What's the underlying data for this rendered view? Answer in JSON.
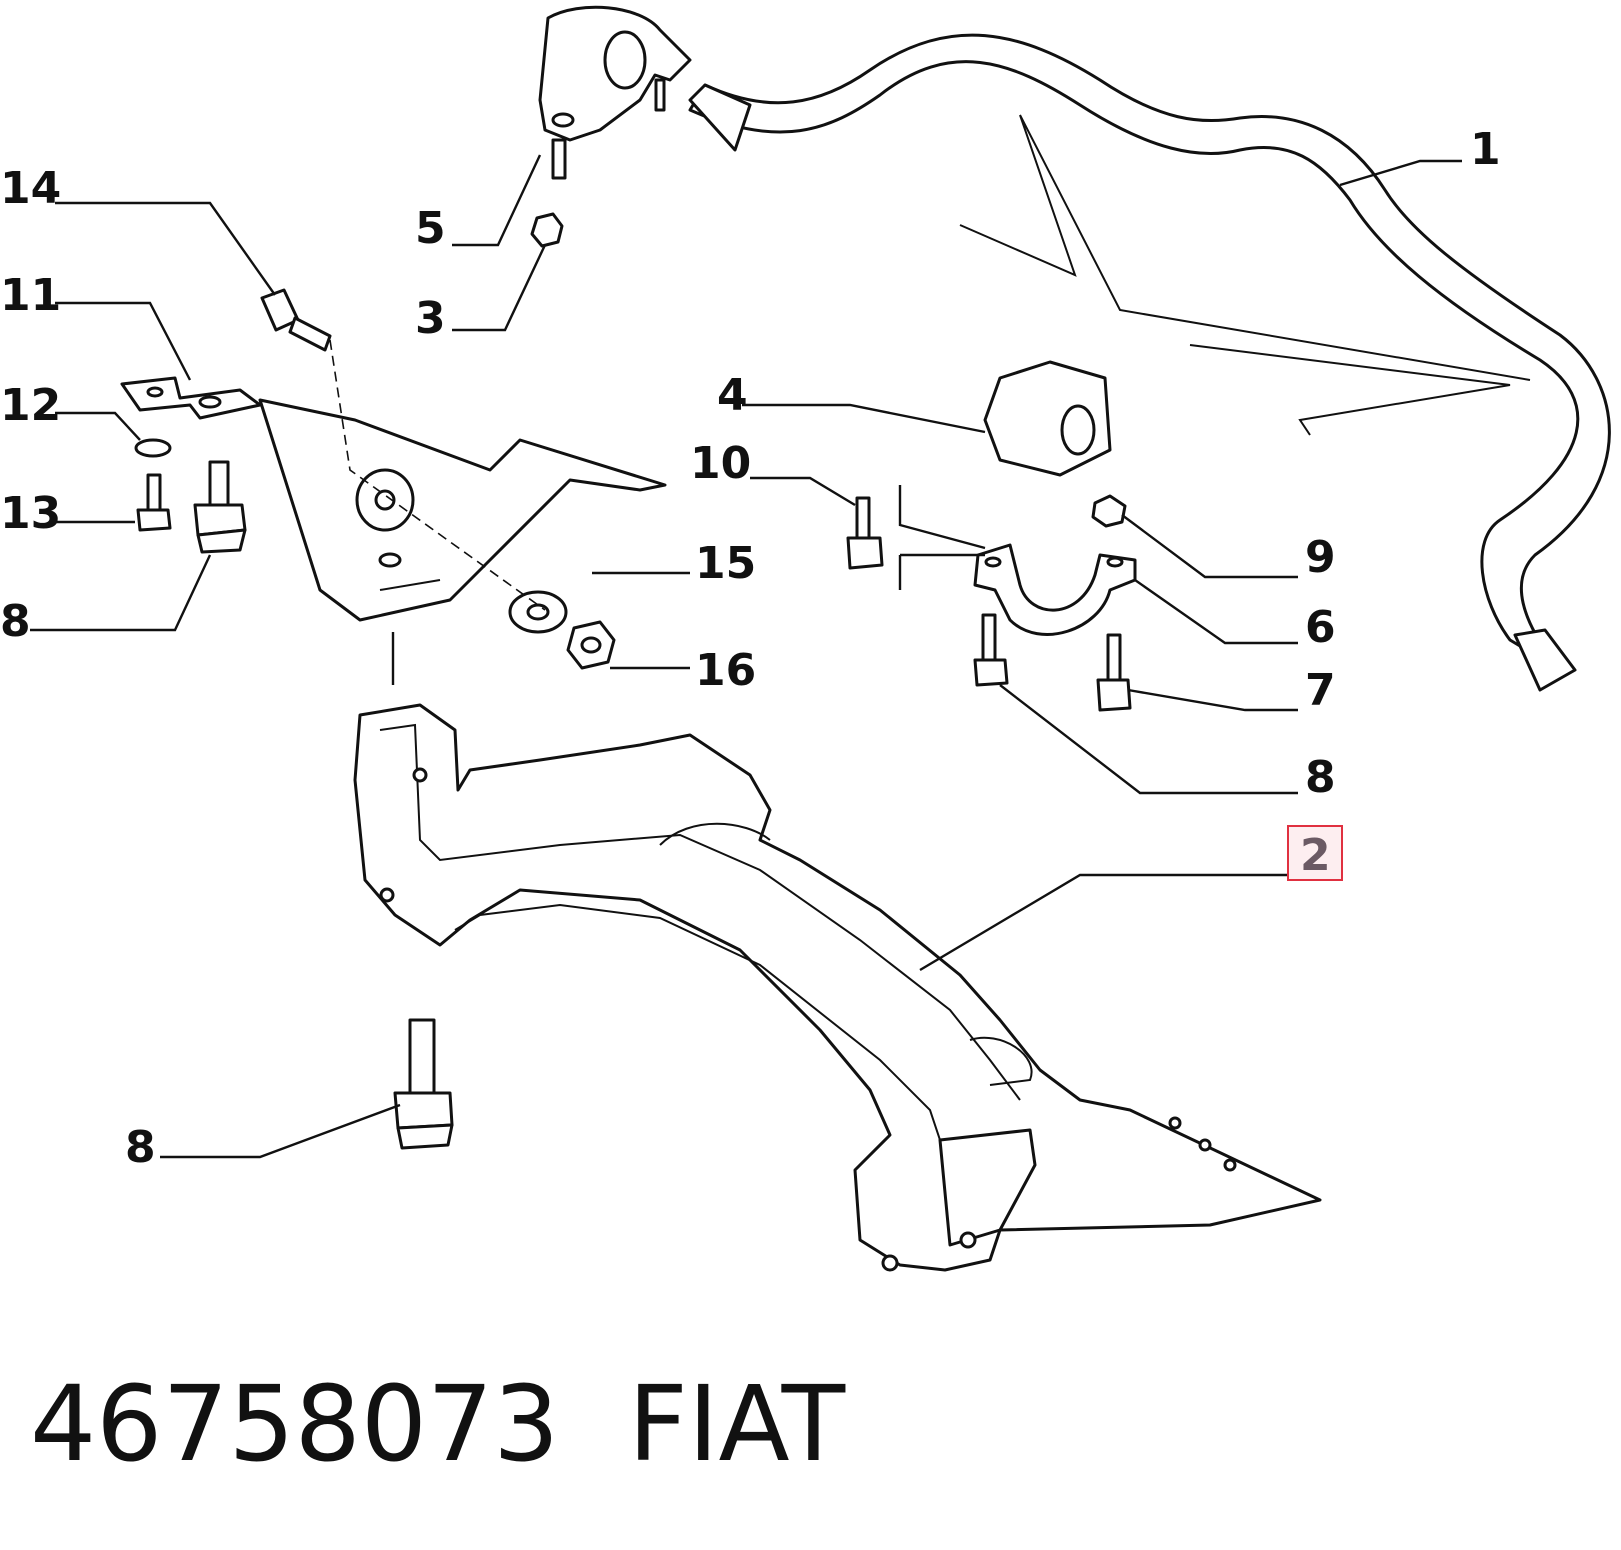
{
  "callouts": {
    "c1": "1",
    "c2": "2",
    "c3": "3",
    "c4": "4",
    "c5": "5",
    "c6": "6",
    "c7": "7",
    "c8a": "8",
    "c8b": "8",
    "c8c": "8",
    "c9": "9",
    "c10": "10",
    "c11": "11",
    "c12": "12",
    "c13": "13",
    "c14": "14",
    "c15": "15",
    "c16": "16"
  },
  "highlight": {
    "callout": "2",
    "border_color": "#e03040",
    "fill_color": "#fdeef0"
  },
  "footer": {
    "part_number": "46758073",
    "brand": "FIAT"
  }
}
